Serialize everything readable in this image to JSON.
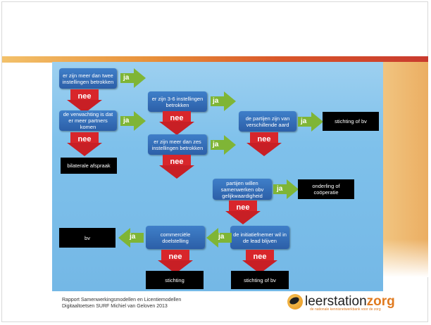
{
  "boxes": {
    "q1": "er zijn meer dan twee instellingen betrokken",
    "q2": "de verwachting is dat er meer partners komen",
    "q3": "er zijn 3-6 instellingen betrokken",
    "q4": "er zijn meer dan zes instellingen betrokken",
    "q5": "de partijen zijn van verschillende aard",
    "q6": "partijen willen samenwerken obv gelijkwaardigheid",
    "q7": "de initiatiefnemer wil in de lead blijven",
    "q8": "commerciële doelstelling"
  },
  "outcomes": {
    "bilaterale": "bilaterale afspraak",
    "stichting_bv_top": "stichting of bv",
    "onderling": "onderling of coöperatie",
    "bv": "bv",
    "stichting": "stichting",
    "stichting_bv_bottom": "stichting of bv"
  },
  "labels": {
    "ja": "ja",
    "nee": "nee"
  },
  "footer": {
    "line1": "Rapport Samenwerkingsmodellen en Licentiemodellen",
    "line2": "Digitaaltoetsen  SURF Michiel van Geloven 2013"
  },
  "logo": {
    "part1": "leerstation",
    "part2": "zorg",
    "tagline": "de nationale kennisnetwerkbank voor de zorg"
  },
  "colors": {
    "question_box": "#2c5fa8",
    "yes_arrow": "#7fb536",
    "no_arrow": "#d8262b",
    "outcome_box": "#000000",
    "background": "#7fc1eb",
    "accent": "#e07a1f"
  }
}
